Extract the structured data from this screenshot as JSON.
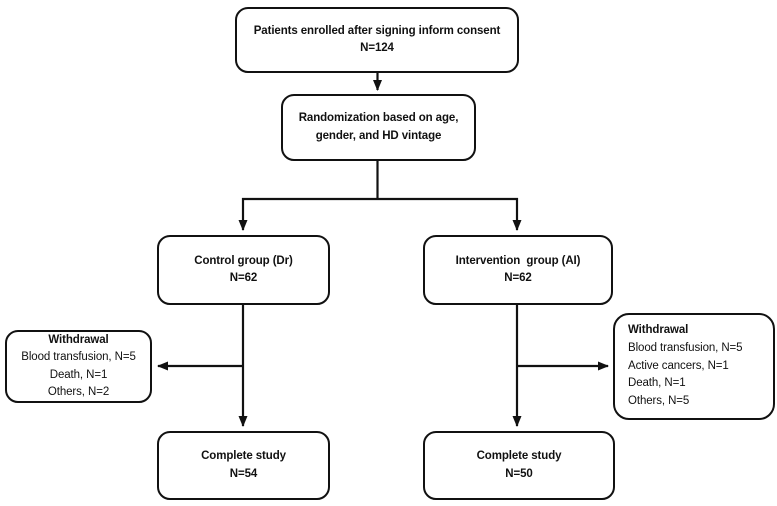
{
  "diagram": {
    "enrollment": {
      "line1": "Patients enrolled after signing inform consent",
      "line2": "N=124"
    },
    "randomization": {
      "line1": "Randomization based on age,",
      "line2": "gender, and HD vintage"
    },
    "control": {
      "line1": "Control group (Dr)",
      "line2": "N=62"
    },
    "intervention": {
      "line1": "Intervention  group (AI)",
      "line2": "N=62"
    },
    "withdrawal_left": {
      "title": "Withdrawal",
      "items": [
        "Blood transfusion, N=5",
        "Death, N=1",
        "Others, N=2"
      ]
    },
    "withdrawal_right": {
      "title": "Withdrawal",
      "items": [
        "Blood transfusion, N=5",
        "Active cancers, N=1",
        "Death, N=1",
        "Others, N=5"
      ]
    },
    "complete_left": {
      "line1": "Complete study",
      "line2": "N=54"
    },
    "complete_right": {
      "line1": "Complete study",
      "line2": "N=50"
    }
  },
  "colors": {
    "line": "#111111",
    "box_border": "#111111",
    "box_bg": "#ffffff",
    "text": "#111111",
    "page_bg": "#ffffff"
  }
}
